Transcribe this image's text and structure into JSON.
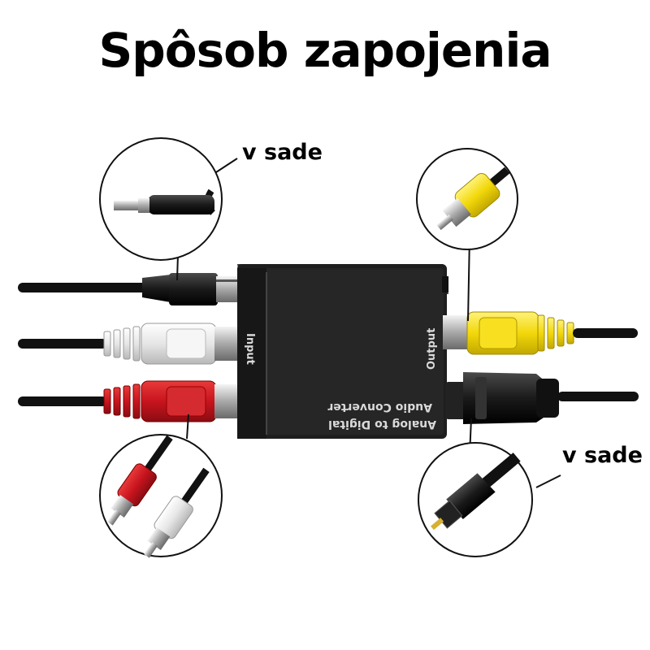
{
  "title": "Spôsob zapojenia",
  "labels": {
    "included_top": "v sade",
    "included_bottom": "v sade"
  },
  "device": {
    "input_label": "Input",
    "output_label": "Output",
    "name_line1": "Analog to Digital",
    "name_line2": "Audio Converter"
  },
  "colors": {
    "rca_red": "#c8141e",
    "rca_white": "#e8e8e8",
    "rca_yellow": "#f2d80a",
    "device_body": "#1e1e1e"
  }
}
